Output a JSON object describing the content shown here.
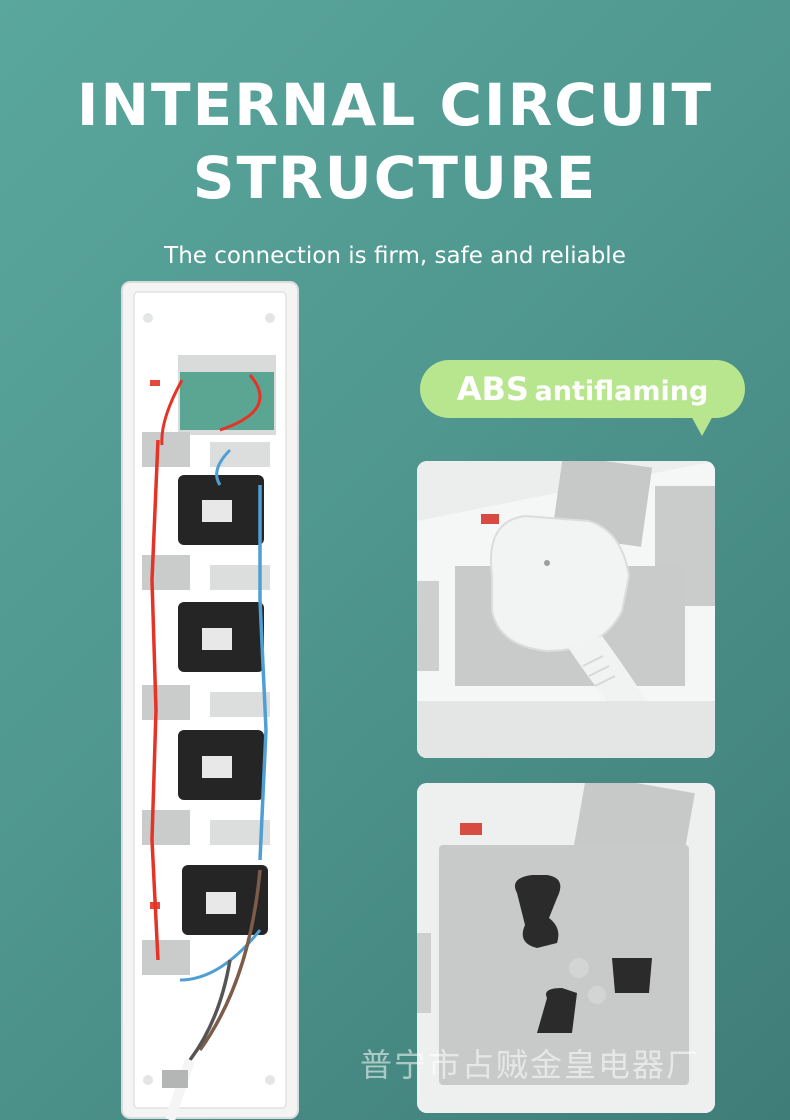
{
  "heading": {
    "line1": "INTERNAL CIRCUIT",
    "line2": "STRUCTURE",
    "subtitle": "The connection is firm, safe and reliable"
  },
  "badge": {
    "strong": "ABS",
    "text": "antiflaming",
    "color": "#b8e68e"
  },
  "watermark": "普宁市占贼金皇电器厂",
  "colors": {
    "background": "#4f978f",
    "text": "#ffffff",
    "strip_body": "#f1f2f1",
    "socket": "#2a2a2a",
    "wire_live": "#e53327",
    "wire_neutral": "#4f9fd4"
  }
}
